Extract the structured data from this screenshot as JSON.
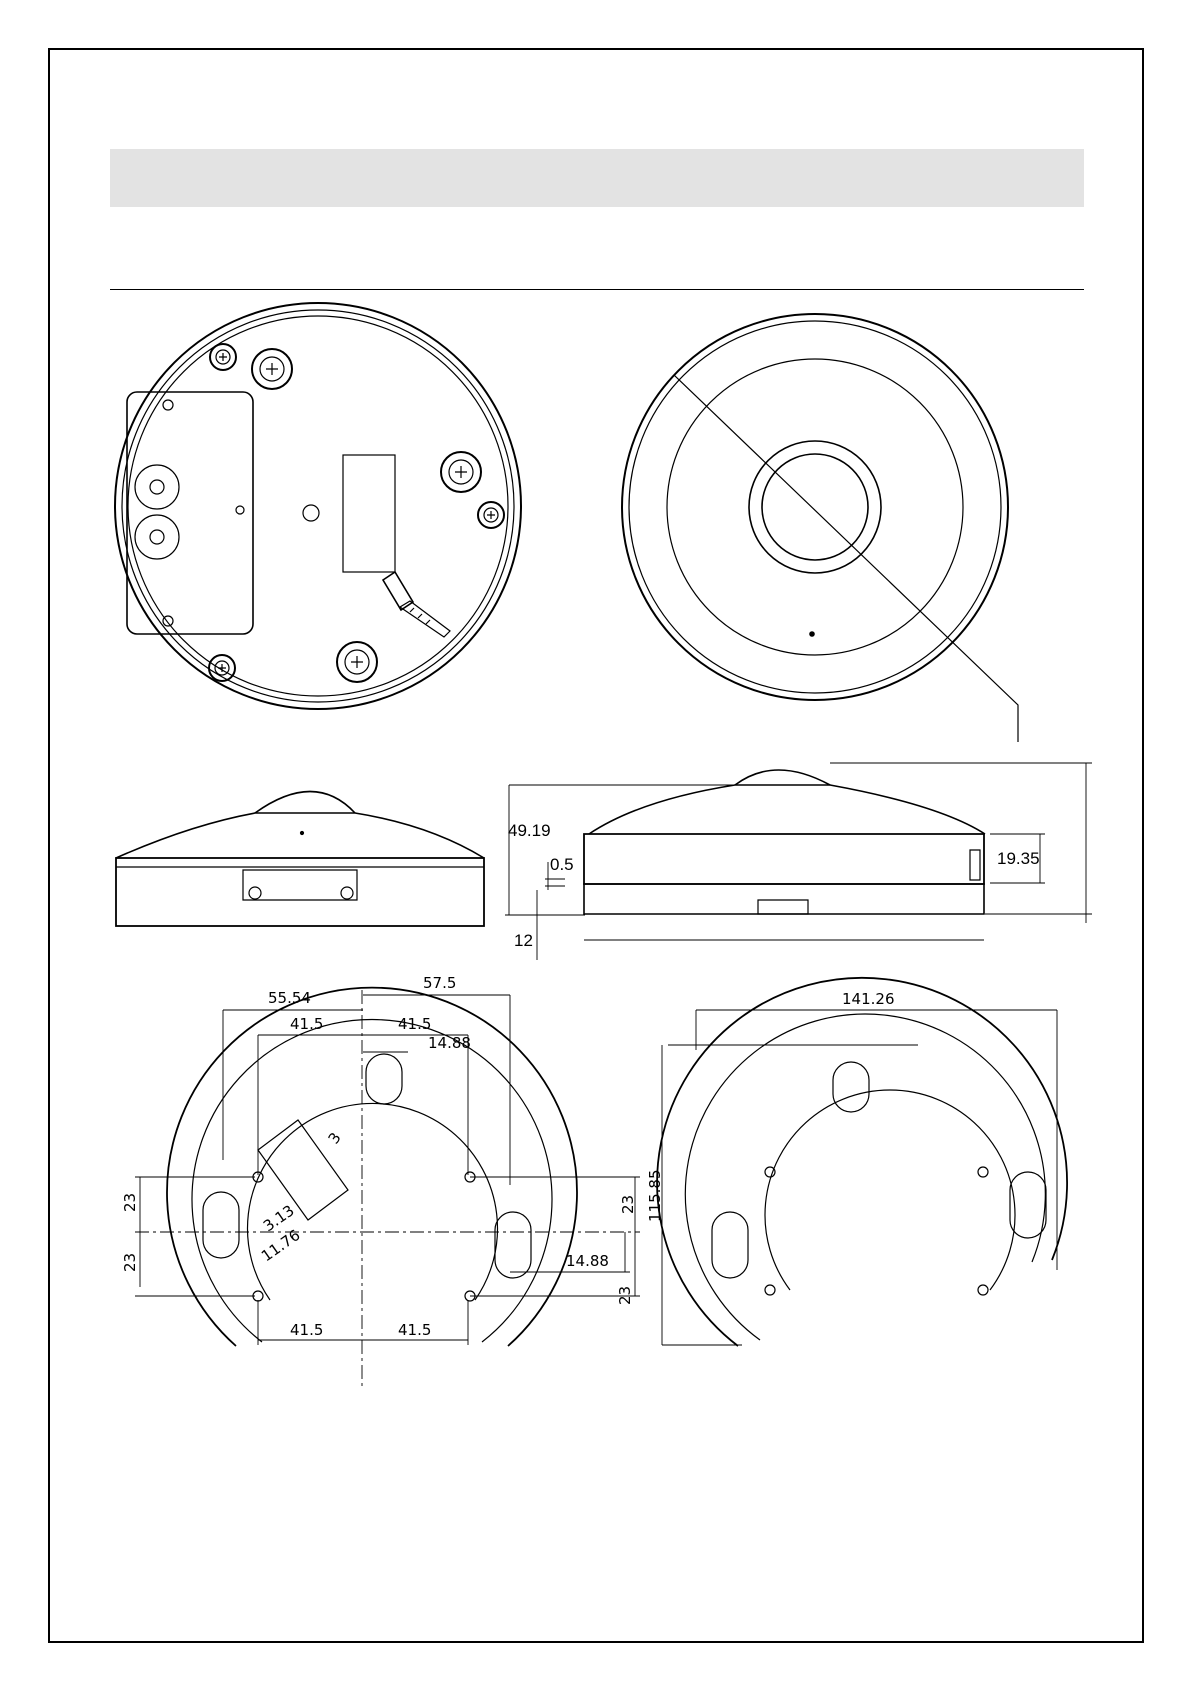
{
  "dimensions": {
    "side_height_total": "49.19",
    "side_step": "0.5",
    "side_base_offset": "12",
    "side_body_height": "19.35",
    "bracket_left_width": "55.54",
    "bracket_right_span": "57.5",
    "bracket_hole_left": "41.5",
    "bracket_hole_right": "41.5",
    "bracket_slot_offset": "14.88",
    "bracket_rib_width": "3",
    "bracket_rib_a": "3.13",
    "bracket_rib_b": "11.76",
    "bracket_hole_upper_left": "23",
    "bracket_hole_lower_left": "23",
    "bracket_hole_upper_right": "23",
    "bracket_hole_lower_right": "23",
    "bracket_slot_right": "14.88",
    "bracket_bottom_left": "41.5",
    "bracket_bottom_right": "41.5",
    "bracket2_width": "141.26",
    "bracket2_height": "115.85"
  },
  "footer_text": ""
}
